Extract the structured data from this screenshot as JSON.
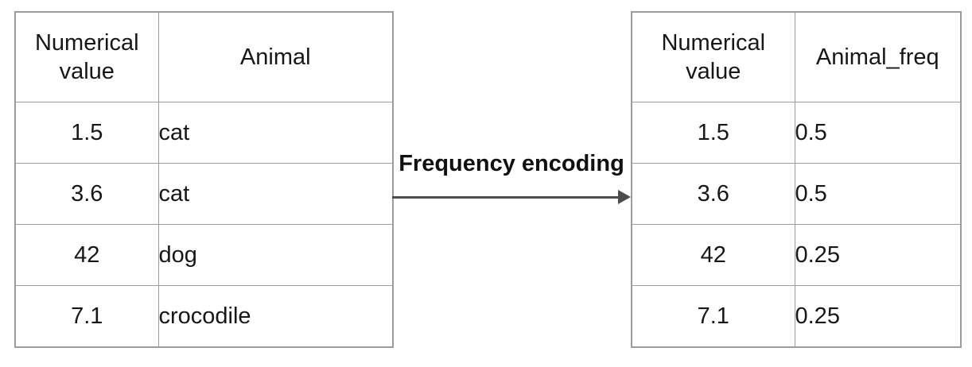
{
  "transform": {
    "label": "Frequency encoding"
  },
  "left_table": {
    "headers": [
      "Numerical value",
      "Animal"
    ],
    "rows": [
      [
        "1.5",
        "cat"
      ],
      [
        "3.6",
        "cat"
      ],
      [
        "42",
        "dog"
      ],
      [
        "7.1",
        "crocodile"
      ]
    ]
  },
  "right_table": {
    "headers": [
      "Numerical value",
      "Animal_freq"
    ],
    "rows": [
      [
        "1.5",
        "0.5"
      ],
      [
        "3.6",
        "0.5"
      ],
      [
        "42",
        "0.25"
      ],
      [
        "7.1",
        "0.25"
      ]
    ]
  },
  "colors": {
    "border": "#9c9c9c",
    "arrow": "#4c4c4c",
    "text": "#171717",
    "background": "#ffffff"
  }
}
